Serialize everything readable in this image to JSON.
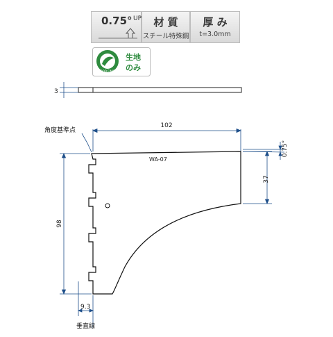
{
  "badges": {
    "angle": {
      "value": "0.75°",
      "suffix": "UP"
    },
    "material": {
      "title": "材 質",
      "detail": "スチール特殊鋼"
    },
    "thickness": {
      "title": "厚 み",
      "detail": "t=3.0mm"
    }
  },
  "eco_badge": {
    "text_top": "生地",
    "text_bottom": "のみ",
    "ring_text": "GOOD FINISH"
  },
  "drawing": {
    "thickness_dim": "3",
    "width_dim": "102",
    "angle_dim": "0.75°",
    "height_right_dim": "37",
    "height_left_dim": "98",
    "offset_dim": "9.3",
    "model": "WA-07",
    "reference_point_label": "角度基準点",
    "vertical_line_label": "垂直線"
  }
}
